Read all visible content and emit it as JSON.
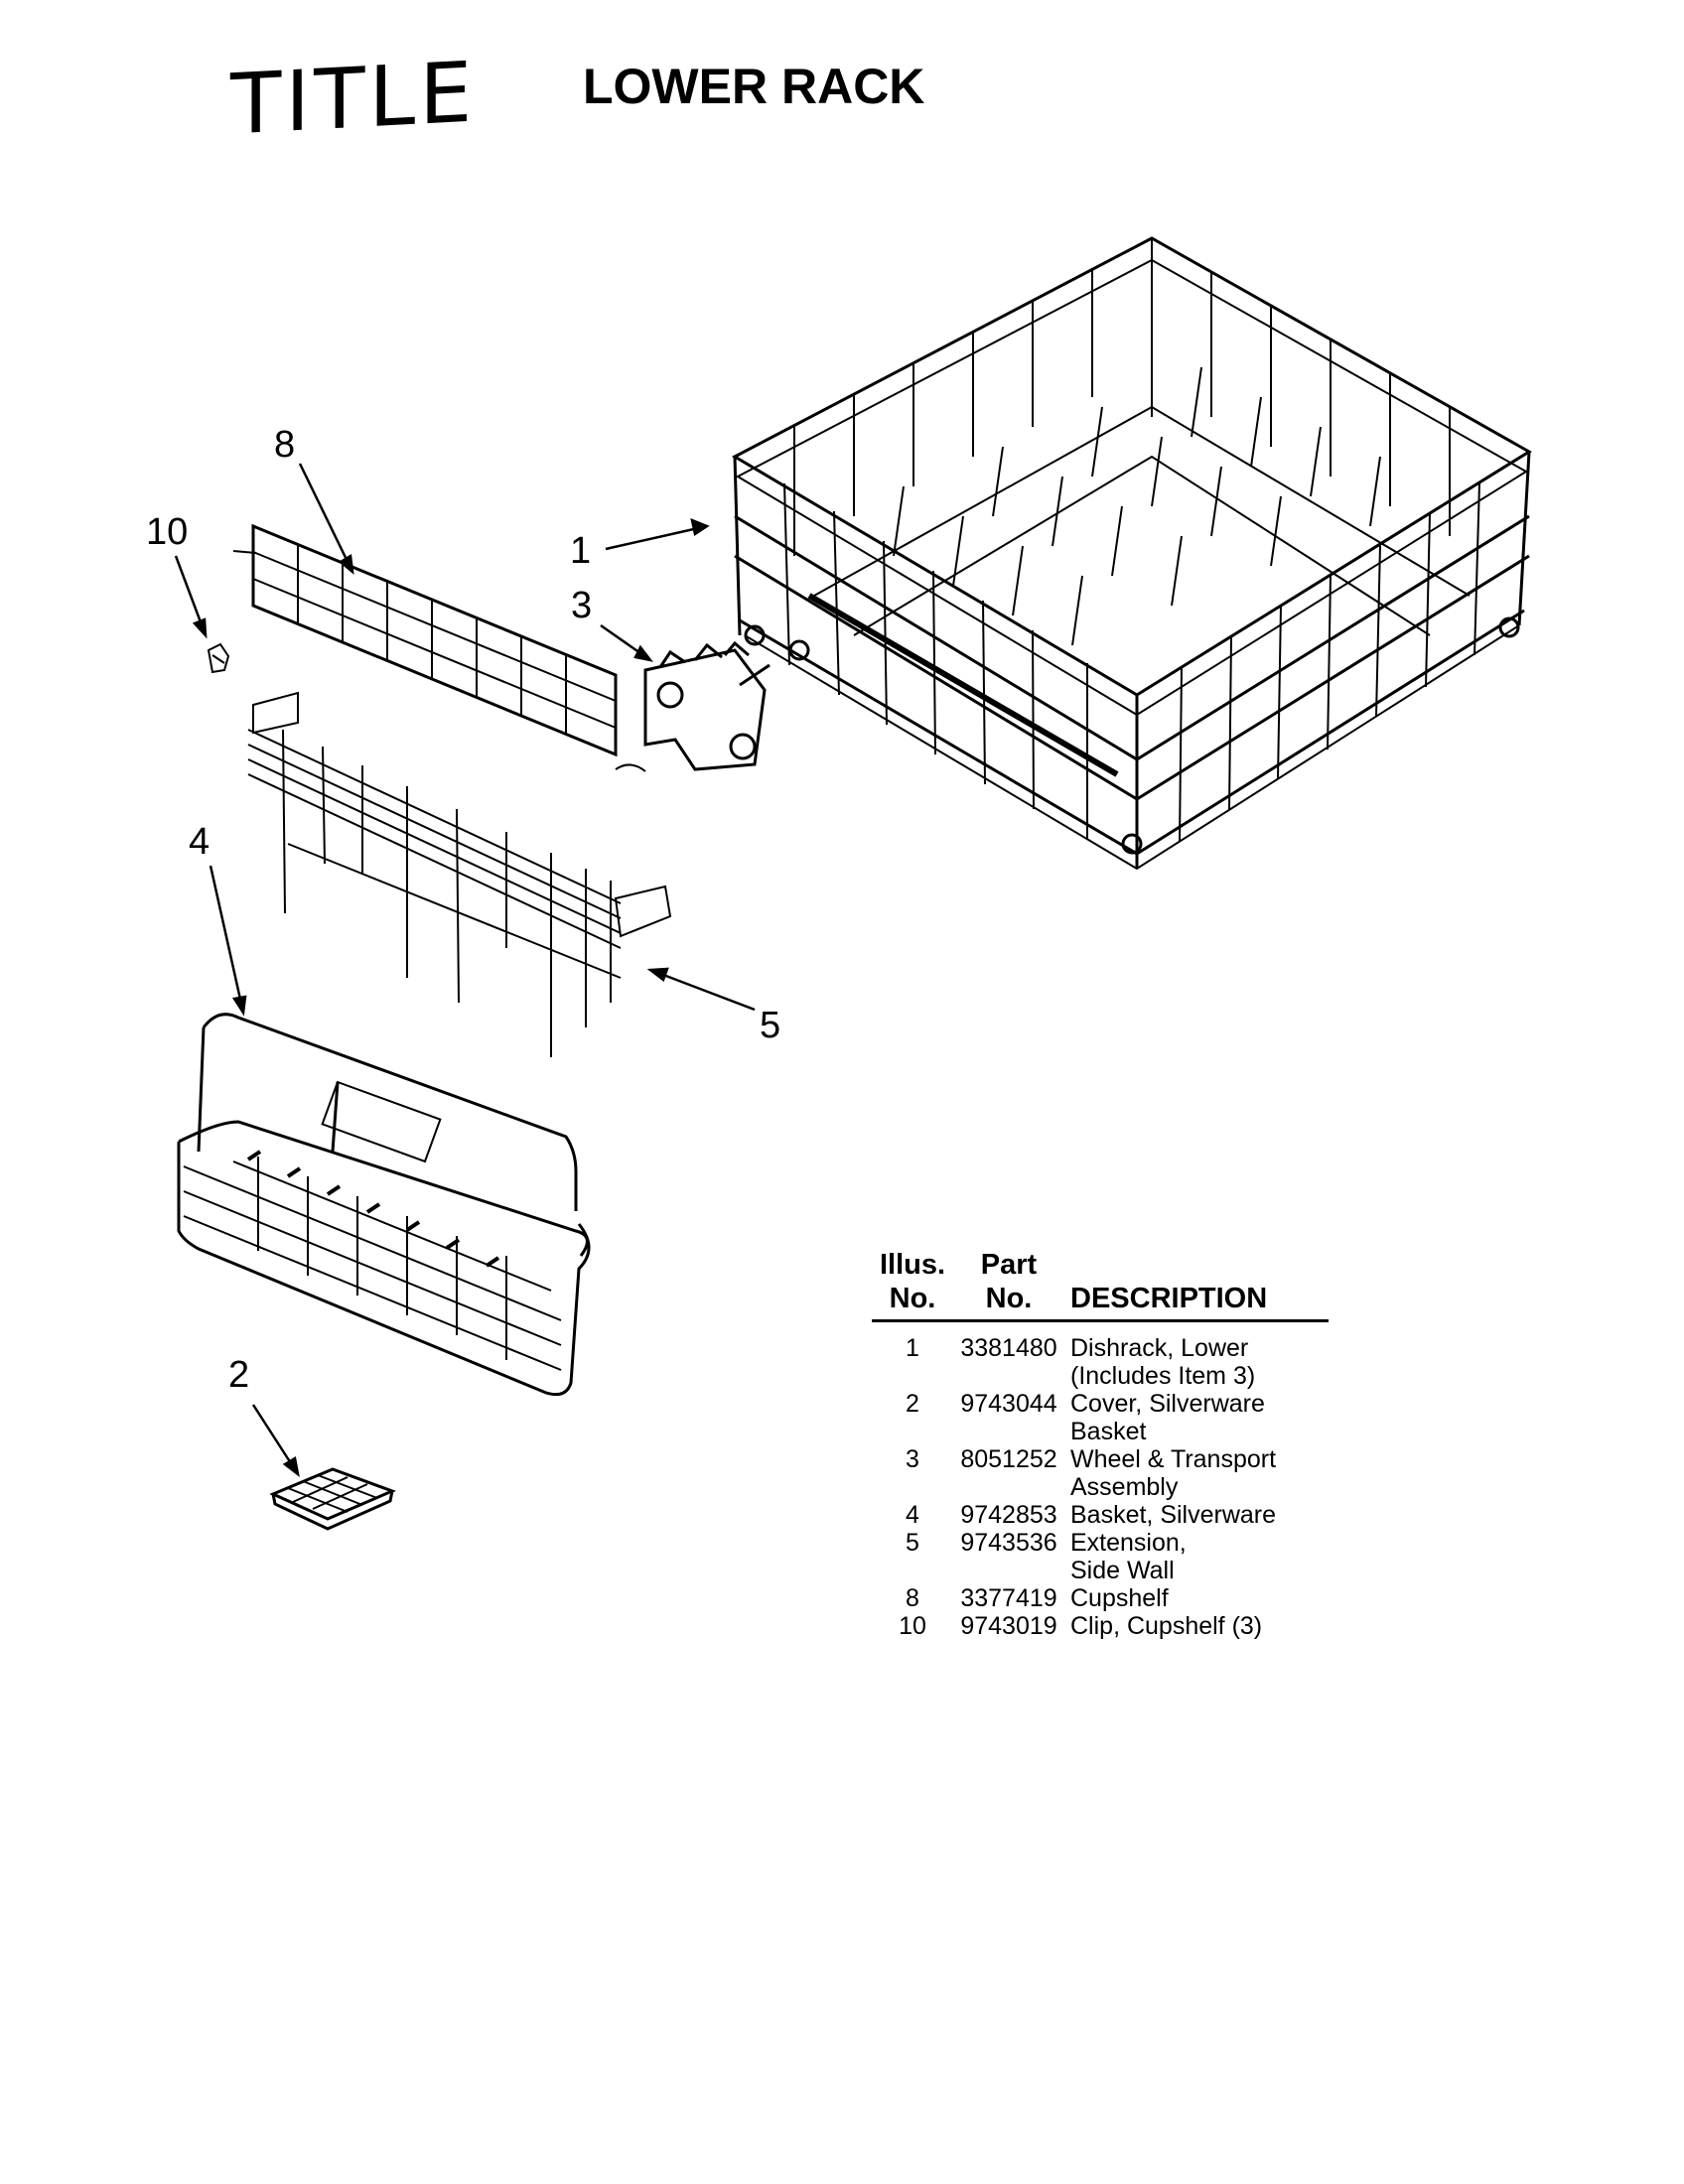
{
  "header": {
    "handwritten_label": "TITLE",
    "title": "LOWER RACK"
  },
  "callouts": [
    "1",
    "2",
    "3",
    "4",
    "5",
    "8",
    "10"
  ],
  "parts_table": {
    "columns": [
      [
        "Illus.",
        "No."
      ],
      [
        "Part",
        "No."
      ],
      [
        "DESCRIPTION"
      ]
    ],
    "rows": [
      {
        "illus": "1",
        "part": "3381480",
        "desc": [
          "Dishrack, Lower",
          "(Includes Item 3)"
        ]
      },
      {
        "illus": "2",
        "part": "9743044",
        "desc": [
          "Cover, Silverware",
          "Basket"
        ]
      },
      {
        "illus": "3",
        "part": "8051252",
        "desc": [
          "Wheel & Transport",
          "Assembly"
        ]
      },
      {
        "illus": "4",
        "part": "9742853",
        "desc": [
          "Basket, Silverware"
        ]
      },
      {
        "illus": "5",
        "part": "9743536",
        "desc": [
          "Extension,",
          "Side Wall"
        ]
      },
      {
        "illus": "8",
        "part": "3377419",
        "desc": [
          "Cupshelf"
        ]
      },
      {
        "illus": "10",
        "part": "9743019",
        "desc": [
          "Clip, Cupshelf (3)"
        ]
      }
    ]
  }
}
